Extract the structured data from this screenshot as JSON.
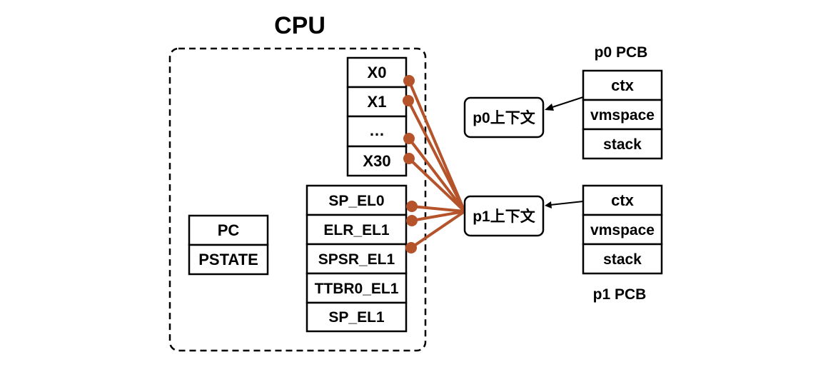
{
  "diagram": {
    "cpu_title": "CPU",
    "gp_registers": [
      "X0",
      "X1",
      "…",
      "X30"
    ],
    "sys_registers": [
      "SP_EL0",
      "ELR_EL1",
      "SPSR_EL1",
      "TTBR0_EL1",
      "SP_EL1"
    ],
    "pc_block": [
      "PC",
      "PSTATE"
    ],
    "p0_context": "p0上下文",
    "p1_context": "p1上下文",
    "p0_pcb": {
      "title": "p0 PCB",
      "fields": [
        "ctx",
        "vmspace",
        "stack"
      ]
    },
    "p1_pcb": {
      "title": "p1 PCB",
      "fields": [
        "ctx",
        "vmspace",
        "stack"
      ]
    },
    "colors": {
      "wire": "#b5532a",
      "stroke": "#000000",
      "fill": "#ffffff"
    }
  }
}
